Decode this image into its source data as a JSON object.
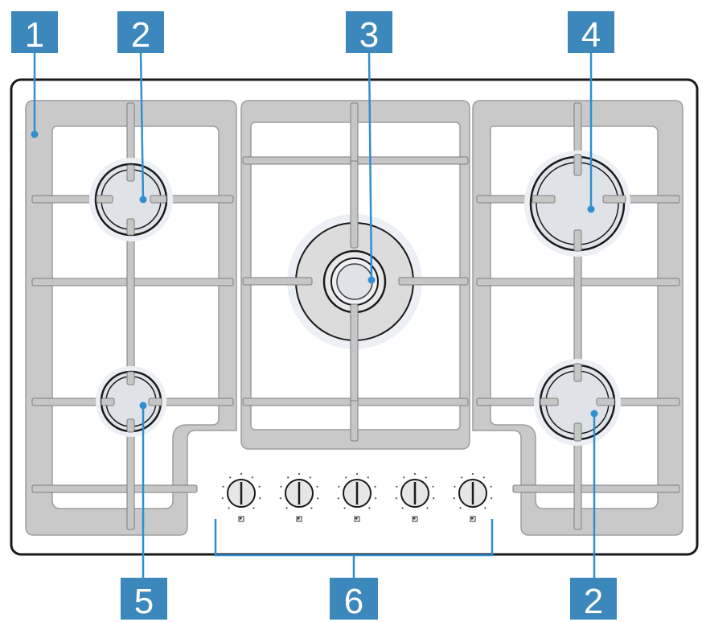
{
  "colors": {
    "callout_box": "#3c87bc",
    "callout_line": "#2f8fd0",
    "callout_text": "#ffffff",
    "frame": "#1a1a1a",
    "grate_plate": "#c9c9c9",
    "grate_bar": "#c6c6c6",
    "burner_cap": "#dfe3e8",
    "burner_glow": "#eceff3",
    "knob_face": "#e6e6e6"
  },
  "callouts": {
    "top": [
      "1",
      "2",
      "3",
      "4"
    ],
    "bottom": [
      "5",
      "6",
      "2"
    ]
  },
  "parts": {
    "hob_frame": "hob-frame",
    "left_grate": "left-pan-support",
    "centre_grate": "centre-pan-support",
    "right_grate": "right-pan-support",
    "burners": [
      "rear-left-burner",
      "wok-burner",
      "rear-right-burner",
      "front-left-burner",
      "front-right-burner"
    ],
    "knob_count": 5
  },
  "icons": [
    "burner-icon",
    "control-knob-icon"
  ]
}
